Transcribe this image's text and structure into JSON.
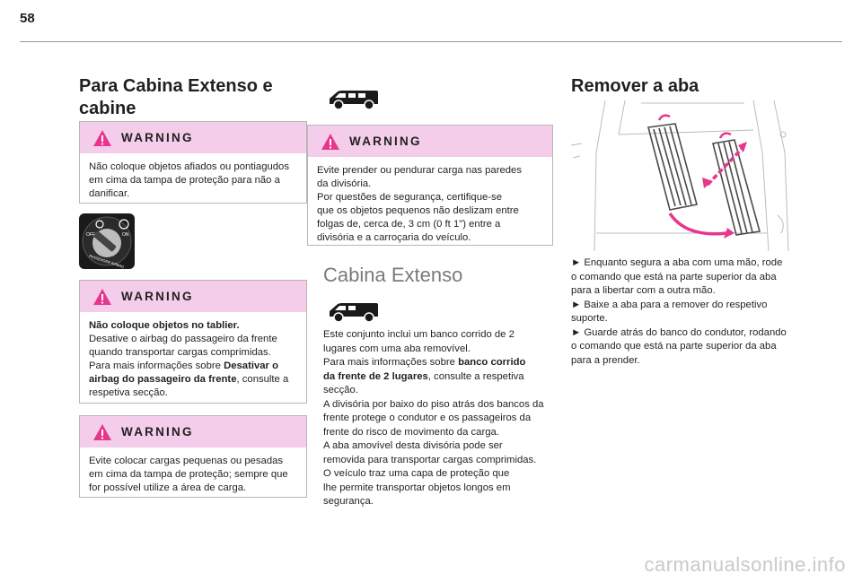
{
  "page_number": "58",
  "left": {
    "heading_line1": "Para Cabina Extenso e",
    "heading_line2": "cabine",
    "warning1": {
      "title": "WARNING",
      "lines": [
        "Não coloque objetos afiados ou pontiagudos",
        "em cima da tampa de proteção para não a",
        "danificar."
      ]
    },
    "airbag_switch": {
      "off_label": "OFF",
      "on_label": "ON",
      "ring_label": "PASSENGER AIRBAG"
    },
    "warning2": {
      "title": "WARNING",
      "line1_bold": "Não coloque objetos no tablier.",
      "line2": "Desative o airbag do passageiro da frente",
      "line3": "quando transportar cargas comprimidas.",
      "line4_prefix": "Para mais informações sobre ",
      "line4_bold": "Desativar o",
      "line5_bold": "airbag do passageiro da frente",
      "line5_suffix": ", consulte a",
      "line6": "respetiva secção."
    },
    "warning3": {
      "title": "WARNING",
      "lines": [
        "Evite colocar cargas pequenas ou pesadas",
        "em cima da tampa de proteção; sempre que",
        "for possível utilize a área de carga."
      ]
    }
  },
  "middle": {
    "warning": {
      "title": "WARNING",
      "lines": [
        "Evite prender ou pendurar carga nas paredes",
        "da divisória.",
        "Por questões de segurança, certifique-se",
        "que os objetos pequenos não deslizam entre",
        "folgas de, cerca de, 3 cm (0 ft 1\") entre a",
        "divisória e a carroçaria do veículo."
      ]
    },
    "section_title": "Cabina Extenso",
    "para": {
      "l1": "Este conjunto inclui um banco corrido de 2",
      "l2": "lugares com uma aba removível.",
      "l3_prefix": "Para mais informações sobre ",
      "l3_bold": "banco corrido",
      "l4_bold": "da frente de 2 lugares",
      "l4_suffix": ", consulte a respetiva",
      "l5": "secção.",
      "l6": "A divisória por baixo do piso atrás dos bancos da",
      "l7": "frente protege o condutor e os passageiros da",
      "l8": "frente do risco de movimento da carga.",
      "l9": "A aba amovível desta divisória pode ser",
      "l10": "removida para transportar cargas comprimidas.",
      "l11": "O veículo traz uma capa de proteção que",
      "l12": "lhe permite transportar objetos longos em",
      "l13": "segurança."
    }
  },
  "right": {
    "heading": "Remover a aba",
    "steps": [
      [
        "► Enquanto segura a aba com uma mão, rode",
        "o comando que está na parte superior da aba",
        "para a libertar com a outra mão."
      ],
      [
        "► Baixe a aba para a remover do respetivo",
        "suporte."
      ],
      [
        "► Guarde atrás do banco do condutor, rodando",
        "o comando que está na parte superior da aba",
        "para a prender."
      ]
    ]
  },
  "watermark": "carmanualsonline.info",
  "colors": {
    "warning_header": "#f3cdea",
    "accent_magenta": "#e8368f"
  }
}
